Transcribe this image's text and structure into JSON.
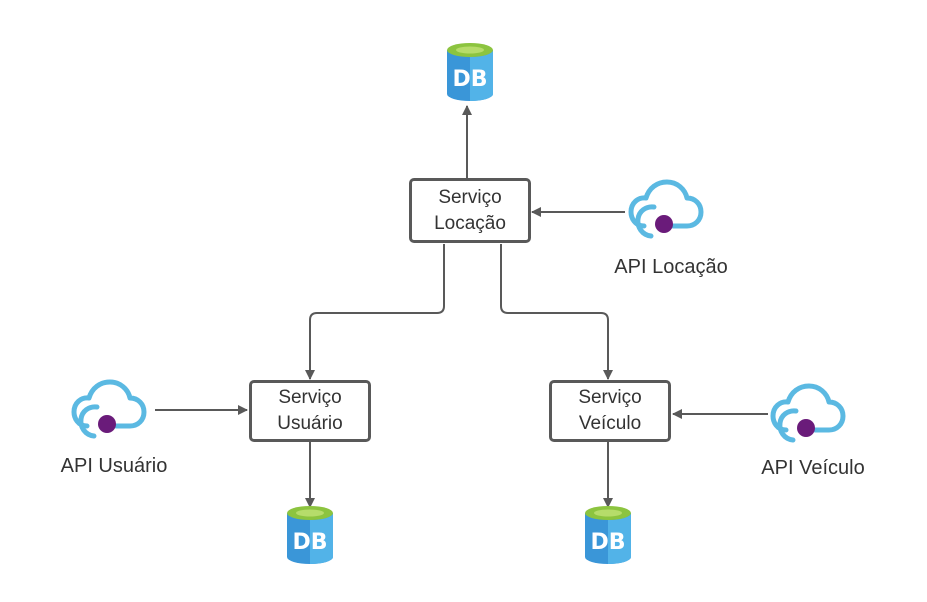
{
  "colors": {
    "line": "#595959",
    "box_border": "#595959",
    "text": "#333333",
    "db_body": "#3a96d8",
    "db_body_right": "#52b3e8",
    "db_top": "#8cc43f",
    "db_top_inner": "#b6dc6a",
    "cloud_stroke": "#5bb9e2",
    "cloud_dot": "#6a1b7a"
  },
  "services": {
    "locacao": {
      "label": "Serviço\nLocação"
    },
    "usuario": {
      "label": "Serviço\nUsuário"
    },
    "veiculo": {
      "label": "Serviço\nVeículo"
    }
  },
  "apis": {
    "locacao": {
      "label": "API Locação",
      "icon": "cloud-api-icon"
    },
    "usuario": {
      "label": "API Usuário",
      "icon": "cloud-api-icon"
    },
    "veiculo": {
      "label": "API Veículo",
      "icon": "cloud-api-icon"
    }
  },
  "databases": {
    "locacao": {
      "label": "DB",
      "icon": "database-icon"
    },
    "usuario": {
      "label": "DB",
      "icon": "database-icon"
    },
    "veiculo": {
      "label": "DB",
      "icon": "database-icon"
    }
  }
}
